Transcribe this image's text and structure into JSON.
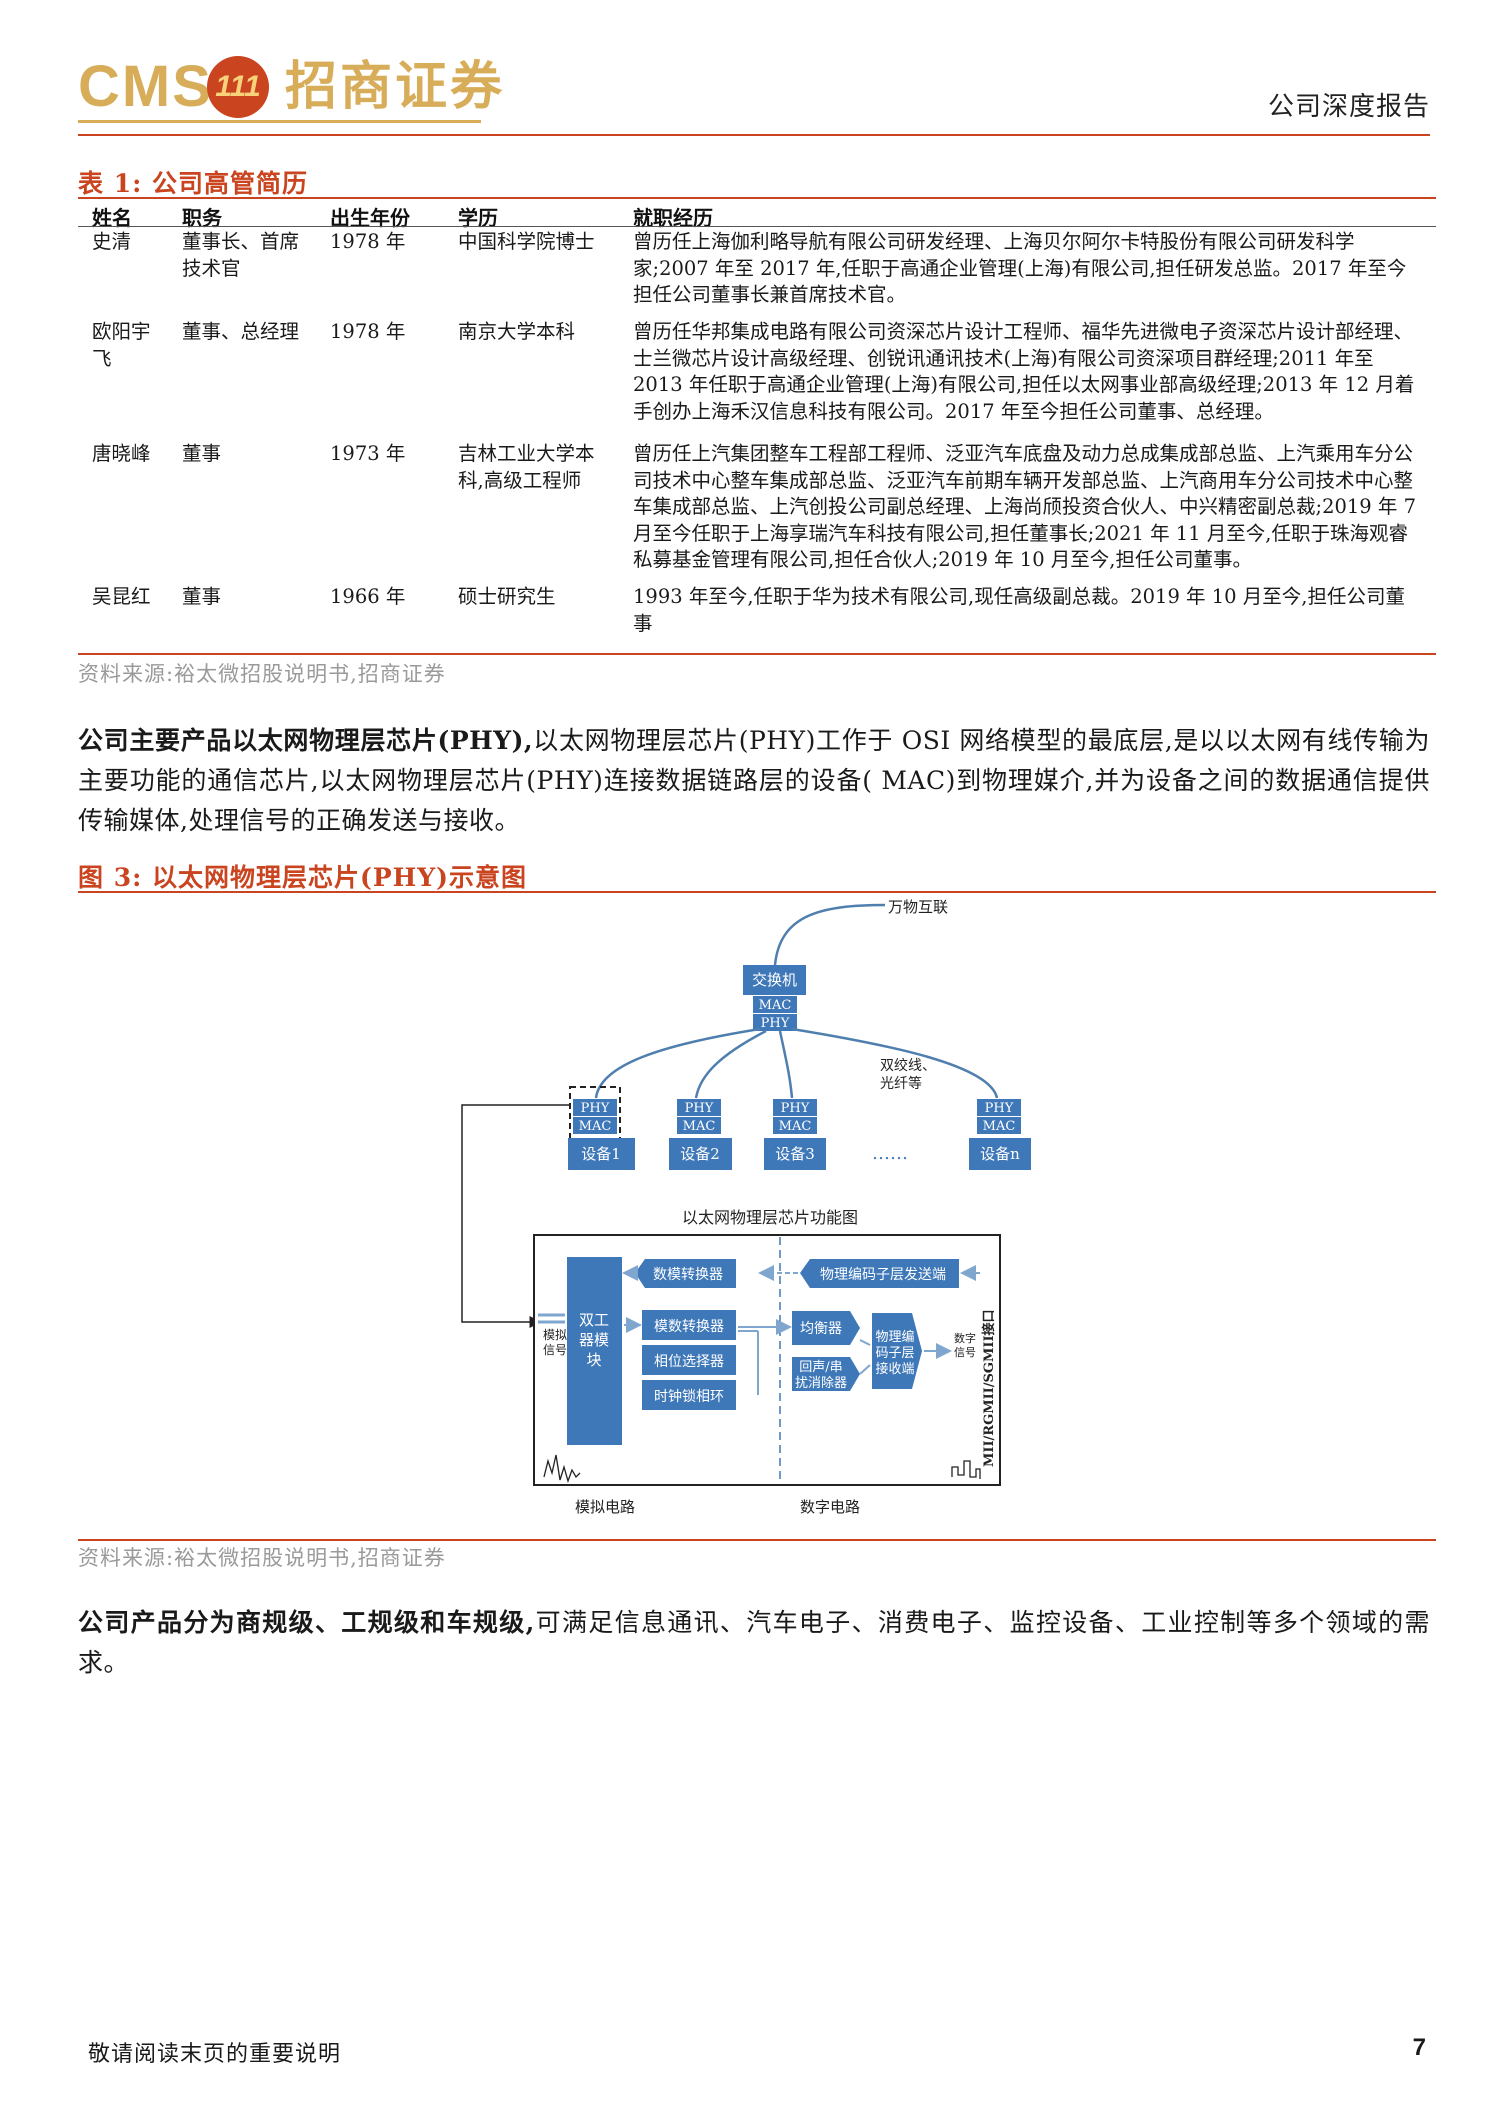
{
  "header": {
    "logo_text": "CMS",
    "logo_badge": "111",
    "logo_cn": "招商证券",
    "report_type": "公司深度报告"
  },
  "table1": {
    "caption": "表 1:  公司高管简历",
    "headers": [
      "姓名",
      "职务",
      "出生年份",
      "学历",
      "就职经历"
    ],
    "rows": [
      {
        "name": "史清",
        "title": "董事长、首席技术官",
        "born": "1978 年",
        "edu": "中国科学院博士",
        "exp": "曾历任上海伽利略导航有限公司研发经理、上海贝尔阿尔卡特股份有限公司研发科学家;2007 年至 2017 年,任职于高通企业管理(上海)有限公司,担任研发总监。2017 年至今担任公司董事长兼首席技术官。"
      },
      {
        "name": "欧阳宇飞",
        "title": "董事、总经理",
        "born": "1978 年",
        "edu": "南京大学本科",
        "exp": "曾历任华邦集成电路有限公司资深芯片设计工程师、福华先进微电子资深芯片设计部经理、士兰微芯片设计高级经理、创锐讯通讯技术(上海)有限公司资深项目群经理;2011 年至 2013 年任职于高通企业管理(上海)有限公司,担任以太网事业部高级经理;2013 年 12 月着手创办上海禾汉信息科技有限公司。2017 年至今担任公司董事、总经理。"
      },
      {
        "name": "唐晓峰",
        "title": "董事",
        "born": "1973 年",
        "edu": "吉林工业大学本科,高级工程师",
        "exp": "曾历任上汽集团整车工程部工程师、泛亚汽车底盘及动力总成集成部总监、上汽乘用车分公司技术中心整车集成部总监、泛亚汽车前期车辆开发部总监、上汽商用车分公司技术中心整车集成部总监、上汽创投公司副总经理、上海尚颀投资合伙人、中兴精密副总裁;2019 年 7 月至今任职于上海享瑞汽车科技有限公司,担任董事长;2021 年 11 月至今,任职于珠海观睿私募基金管理有限公司,担任合伙人;2019 年 10 月至今,担任公司董事。"
      },
      {
        "name": "吴昆红",
        "title": "董事",
        "born": "1966 年",
        "edu": "硕士研究生",
        "exp": "1993 年至今,任职于华为技术有限公司,现任高级副总裁。2019 年 10 月至今,担任公司董事"
      }
    ],
    "source": "资料来源:裕太微招股说明书,招商证券"
  },
  "para1": {
    "bold": "公司主要产品以太网物理层芯片(PHY),",
    "rest": "以太网物理层芯片(PHY)工作于 OSI 网络模型的最底层,是以以太网有线传输为主要功能的通信芯片,以太网物理层芯片(PHY)连接数据链路层的设备( MAC)到物理媒介,并为设备之间的数据通信提供传输媒体,处理信号的正确发送与接收。"
  },
  "figure3": {
    "caption": "图 3:  以太网物理层芯片(PHY)示意图",
    "labels": {
      "iot": "万物互联",
      "switch": "交换机",
      "mac": "MAC",
      "phy": "PHY",
      "cable": "双绞线、\n光纤等",
      "dev1": "设备1",
      "dev2": "设备2",
      "dev3": "设备3",
      "devn": "设备n",
      "dots": "……",
      "func_title": "以太网物理层芯片功能图",
      "dac": "数模转换器",
      "pcs_tx": "物理编码子层发送端",
      "adc": "模数转换器",
      "phase": "相位选择器",
      "clock": "时钟锁相环",
      "equalizer": "均衡器",
      "echo": "回声/串扰消除器",
      "pcs_rx": "物理编码子层接收端",
      "duplex": "双工器模块",
      "analog_sig": "模拟信号",
      "digital_sig": "数字信号",
      "interface": "MII/RGMII/SGMII接口",
      "analog_circuit": "模拟电路",
      "digital_circuit": "数字电路"
    },
    "source": "资料来源:裕太微招股说明书,招商证券"
  },
  "para2": {
    "bold": "公司产品分为商规级、工规级和车规级,",
    "rest": "可满足信息通讯、汽车电子、消费电子、监控设备、工业控制等多个领域的需求。"
  },
  "footer": {
    "note": "敬请阅读末页的重要说明",
    "page": "7"
  },
  "colors": {
    "accent_red": "#c9441f",
    "logo_gold": "#d8ad5a",
    "box_blue": "#3f78b8",
    "line_blue": "#4f7fae"
  }
}
